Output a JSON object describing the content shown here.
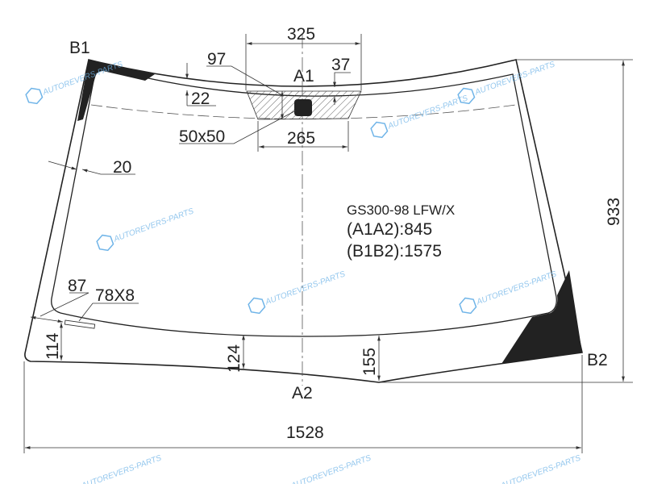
{
  "part_code": "GS300-98 LFW/X",
  "a1a2": "(A1A2):845",
  "b1b2": "(B1B2):1575",
  "points": {
    "b1": "B1",
    "b2": "B2",
    "a1": "A1",
    "a2": "A2"
  },
  "dimensions": {
    "top_width": "325",
    "sensor_width": "265",
    "d97": "97",
    "d37": "37",
    "d22": "22",
    "sensor_size": "50x50",
    "side_band": "20",
    "d87": "87",
    "vin_window": "78X8",
    "d114": "114",
    "d124": "124",
    "d155": "155",
    "height": "933",
    "width": "1528"
  },
  "watermark": {
    "text": "AUTOREVERS-PARTS",
    "logo": "AR"
  },
  "colors": {
    "line": "#222222",
    "black_band": "#222222",
    "watermark": "#6fb4e8"
  }
}
